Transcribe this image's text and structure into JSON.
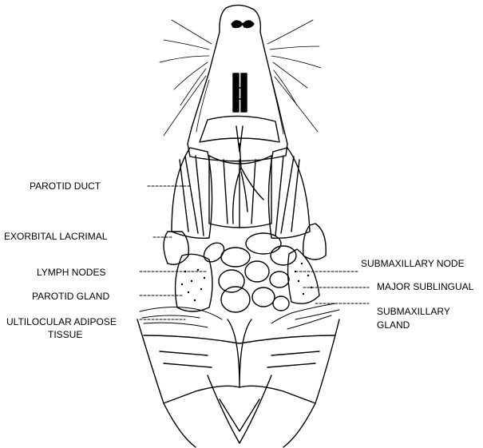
{
  "labels": {
    "parotid_duct": "PAROTID DUCT",
    "exorbital_lacrimal": "EXORBITAL LACRIMAL",
    "lymph_nodes": "LYMPH NODES",
    "parotid_gland": "PAROTID GLAND",
    "multilocular_adipose_line1": "ULTILOCULAR ADIPOSE",
    "multilocular_adipose_line2": "TISSUE",
    "submaxillary_node": "SUBMAXILLARY NODE",
    "major_sublingual": "MAJOR SUBLINGUAL",
    "submaxillary_gland_line1": "SUBMAXILLARY",
    "submaxillary_gland_line2": "GLAND"
  },
  "colors": {
    "ink": "#000000",
    "paper": "#ffffff"
  }
}
